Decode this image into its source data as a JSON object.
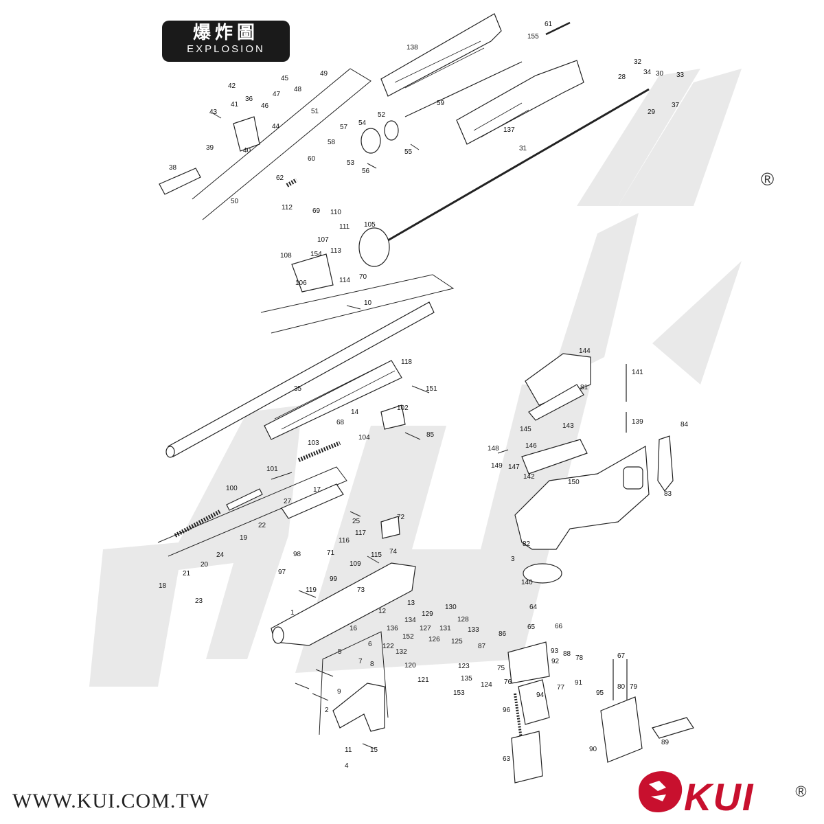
{
  "header": {
    "title_zh": "爆炸圖",
    "title_en": "EXPLOSION"
  },
  "registered_mark": "®",
  "website": "WWW.KUI.COM.TW",
  "brand": {
    "logo_text": "KUI",
    "logo_mark": "®",
    "accent": "#c8102e",
    "watermark_color": "#e6e6e6"
  },
  "parts": [
    {
      "n": "138"
    },
    {
      "n": "155"
    },
    {
      "n": "61"
    },
    {
      "n": "42"
    },
    {
      "n": "36"
    },
    {
      "n": "45"
    },
    {
      "n": "49"
    },
    {
      "n": "47"
    },
    {
      "n": "48"
    },
    {
      "n": "41"
    },
    {
      "n": "46"
    },
    {
      "n": "51"
    },
    {
      "n": "59"
    },
    {
      "n": "43"
    },
    {
      "n": "44"
    },
    {
      "n": "40"
    },
    {
      "n": "39"
    },
    {
      "n": "57"
    },
    {
      "n": "54"
    },
    {
      "n": "52"
    },
    {
      "n": "58"
    },
    {
      "n": "53"
    },
    {
      "n": "56"
    },
    {
      "n": "55"
    },
    {
      "n": "60"
    },
    {
      "n": "38"
    },
    {
      "n": "62"
    },
    {
      "n": "50"
    },
    {
      "n": "137"
    },
    {
      "n": "31"
    },
    {
      "n": "32"
    },
    {
      "n": "34"
    },
    {
      "n": "28"
    },
    {
      "n": "30"
    },
    {
      "n": "33"
    },
    {
      "n": "29"
    },
    {
      "n": "37"
    },
    {
      "n": "112"
    },
    {
      "n": "69"
    },
    {
      "n": "110"
    },
    {
      "n": "111"
    },
    {
      "n": "105"
    },
    {
      "n": "107"
    },
    {
      "n": "154"
    },
    {
      "n": "113"
    },
    {
      "n": "108"
    },
    {
      "n": "114"
    },
    {
      "n": "70"
    },
    {
      "n": "106"
    },
    {
      "n": "10"
    },
    {
      "n": "118"
    },
    {
      "n": "151"
    },
    {
      "n": "35"
    },
    {
      "n": "102"
    },
    {
      "n": "14"
    },
    {
      "n": "68"
    },
    {
      "n": "104"
    },
    {
      "n": "85"
    },
    {
      "n": "103"
    },
    {
      "n": "101"
    },
    {
      "n": "100"
    },
    {
      "n": "17"
    },
    {
      "n": "27"
    },
    {
      "n": "25"
    },
    {
      "n": "72"
    },
    {
      "n": "22"
    },
    {
      "n": "19"
    },
    {
      "n": "117"
    },
    {
      "n": "116"
    },
    {
      "n": "24"
    },
    {
      "n": "98"
    },
    {
      "n": "71"
    },
    {
      "n": "115"
    },
    {
      "n": "74"
    },
    {
      "n": "20"
    },
    {
      "n": "97"
    },
    {
      "n": "109"
    },
    {
      "n": "21"
    },
    {
      "n": "99"
    },
    {
      "n": "73"
    },
    {
      "n": "18"
    },
    {
      "n": "119"
    },
    {
      "n": "23"
    },
    {
      "n": "1"
    },
    {
      "n": "13"
    },
    {
      "n": "12"
    },
    {
      "n": "130"
    },
    {
      "n": "129"
    },
    {
      "n": "128"
    },
    {
      "n": "134"
    },
    {
      "n": "16"
    },
    {
      "n": "136"
    },
    {
      "n": "127"
    },
    {
      "n": "131"
    },
    {
      "n": "133"
    },
    {
      "n": "152"
    },
    {
      "n": "126"
    },
    {
      "n": "125"
    },
    {
      "n": "122"
    },
    {
      "n": "132"
    },
    {
      "n": "5"
    },
    {
      "n": "7"
    },
    {
      "n": "6"
    },
    {
      "n": "120"
    },
    {
      "n": "123"
    },
    {
      "n": "8"
    },
    {
      "n": "121"
    },
    {
      "n": "135"
    },
    {
      "n": "124"
    },
    {
      "n": "153"
    },
    {
      "n": "9"
    },
    {
      "n": "2"
    },
    {
      "n": "11"
    },
    {
      "n": "15"
    },
    {
      "n": "4"
    },
    {
      "n": "144"
    },
    {
      "n": "141"
    },
    {
      "n": "81"
    },
    {
      "n": "139"
    },
    {
      "n": "84"
    },
    {
      "n": "145"
    },
    {
      "n": "143"
    },
    {
      "n": "148"
    },
    {
      "n": "146"
    },
    {
      "n": "149"
    },
    {
      "n": "147"
    },
    {
      "n": "142"
    },
    {
      "n": "150"
    },
    {
      "n": "83"
    },
    {
      "n": "82"
    },
    {
      "n": "3"
    },
    {
      "n": "140"
    },
    {
      "n": "64"
    },
    {
      "n": "86"
    },
    {
      "n": "65"
    },
    {
      "n": "66"
    },
    {
      "n": "87"
    },
    {
      "n": "93"
    },
    {
      "n": "88"
    },
    {
      "n": "78"
    },
    {
      "n": "75"
    },
    {
      "n": "92"
    },
    {
      "n": "91"
    },
    {
      "n": "77"
    },
    {
      "n": "76"
    },
    {
      "n": "94"
    },
    {
      "n": "96"
    },
    {
      "n": "63"
    },
    {
      "n": "67"
    },
    {
      "n": "95"
    },
    {
      "n": "80"
    },
    {
      "n": "79"
    },
    {
      "n": "90"
    },
    {
      "n": "89"
    }
  ]
}
